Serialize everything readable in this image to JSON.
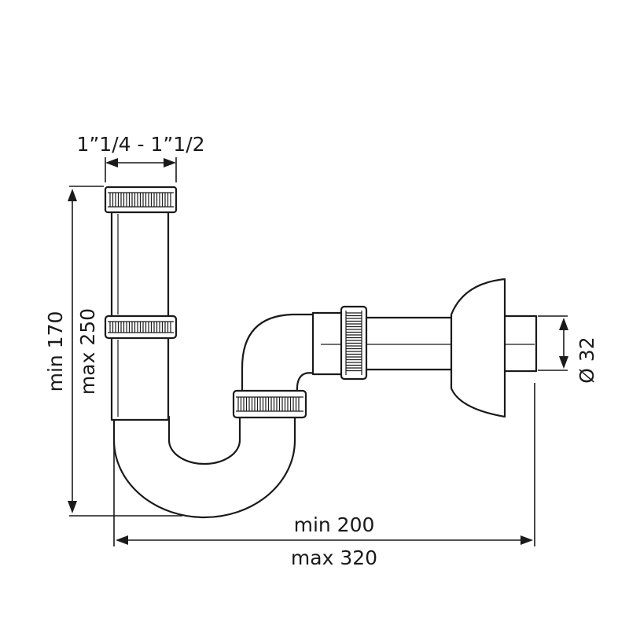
{
  "dimensions": {
    "thread_size": "1”1/4 - 1”1/2",
    "height_min": "min 170",
    "height_max": "max 250",
    "length_min": "min 200",
    "length_max": "max 320",
    "pipe_diameter": "Ø 32"
  },
  "colors": {
    "line": "#1a1a1a",
    "background": "#ffffff"
  }
}
